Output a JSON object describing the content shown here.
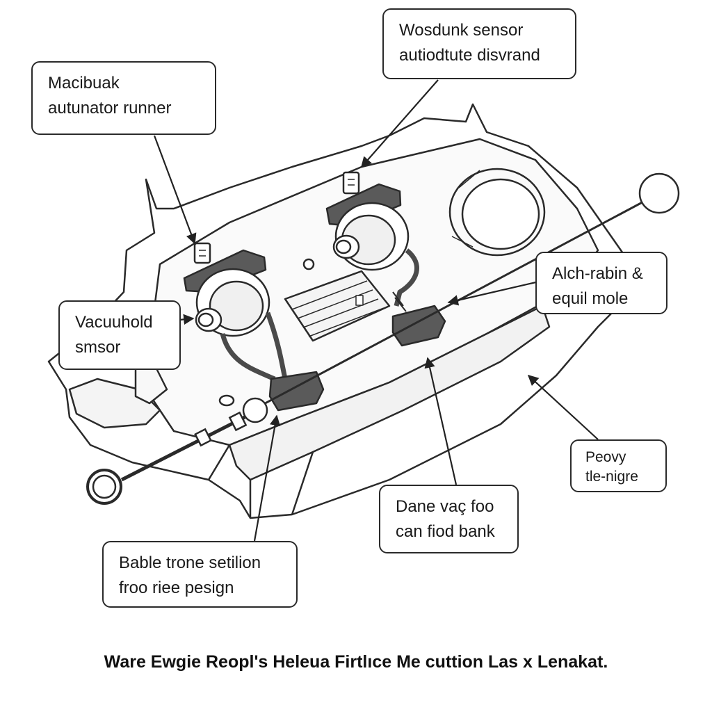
{
  "callouts": {
    "top_center": {
      "line1": "Wosdunk sensor",
      "line2": "autiodtute disvrand"
    },
    "top_left": {
      "line1": "Macibuak",
      "line2": "autunator runner"
    },
    "left": {
      "line1": "Vacuuhold",
      "line2": "smsor"
    },
    "right_upper": {
      "line1": "Alch-rabin &",
      "line2": "equil mole"
    },
    "right_lower": {
      "line1": "Peovy",
      "line2": "tle-nigre"
    },
    "bottom_center": {
      "line1": "Dane vaç foo",
      "line2": "can fiod bank"
    },
    "bottom_left": {
      "line1": "Bable trone setilion",
      "line2": "froo riee pesign"
    }
  },
  "caption": "Ware Ewgie Reopl's Heleua Firtlıce Me cuttion Las x Lenakat.",
  "colors": {
    "line": "#2a2a2a",
    "fill": "#ffffff",
    "shade": "#9a9a9a",
    "dark": "#4a4a4a"
  }
}
